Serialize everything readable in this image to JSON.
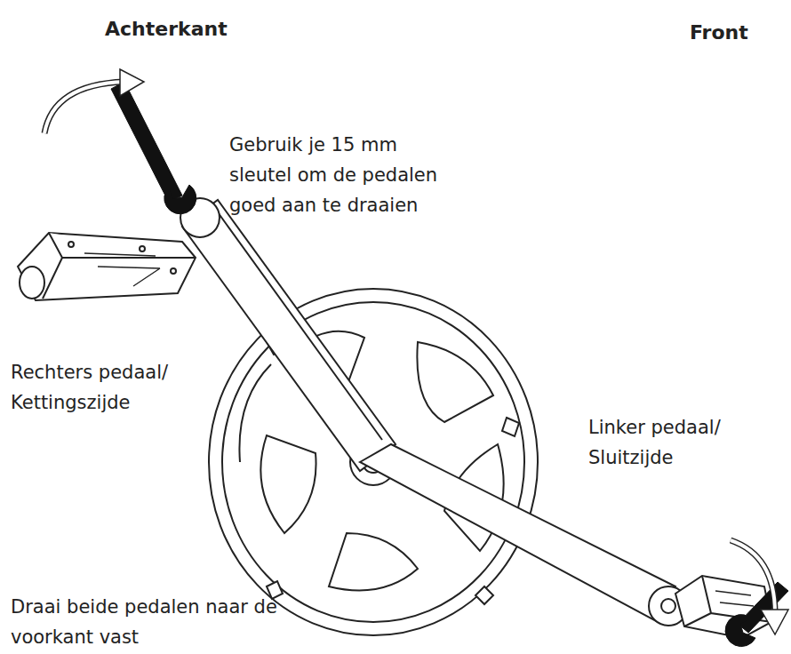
{
  "diagram": {
    "labels": [
      "Achterkant",
      "Front",
      "Gebruik je 15 mm sleutel om de pedalen goed aan te draaien",
      "Rechters pedaal/ Kettingszijde",
      "Linker pedaal/ Sluitzijde",
      "Draai beide pedalen naar de voorkant vast"
    ]
  }
}
